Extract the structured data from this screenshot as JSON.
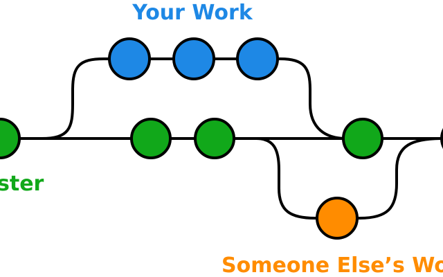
{
  "labels": {
    "your_work": "Your Work",
    "master": "ster",
    "someone_else": "Someone Else’s Wo"
  },
  "colors": {
    "your_work": "#1e88e5",
    "master": "#11a81a",
    "someone_else": "#ff8c00",
    "line": "#000000",
    "background": "#ffffff"
  },
  "commits": {
    "master_count": 5,
    "your_work_count": 3,
    "someone_else_count": 1
  }
}
